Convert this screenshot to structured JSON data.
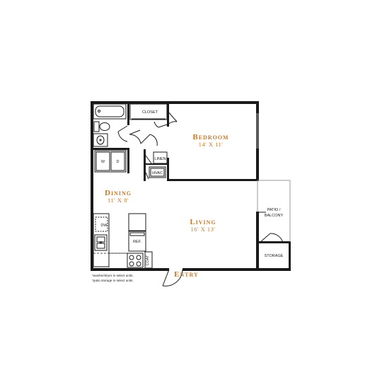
{
  "colors": {
    "accent": "#c67a2c",
    "wall": "#1a1a1a",
    "background": "#ffffff"
  },
  "rooms": {
    "bedroom": {
      "name": "Bedroom",
      "dims": "14' X 11'"
    },
    "dining": {
      "name": "Dining",
      "dims": "11' X 8'"
    },
    "living": {
      "name": "Living",
      "dims": "16' X 13'"
    }
  },
  "labels": {
    "closet": "CLOSET",
    "linen": "LINEN",
    "hvac": "HVAC",
    "washer": "W",
    "dryer": "D",
    "dishwasher": "DW",
    "refrigerator": "REF.",
    "coat": "COAT",
    "patio_line1": "PATIO /",
    "patio_line2": "BALCONY",
    "storage": "STORAGE",
    "entry": "Entry"
  },
  "notes": [
    "*washer/dryer in select units.",
    "*patio storage in select units."
  ]
}
